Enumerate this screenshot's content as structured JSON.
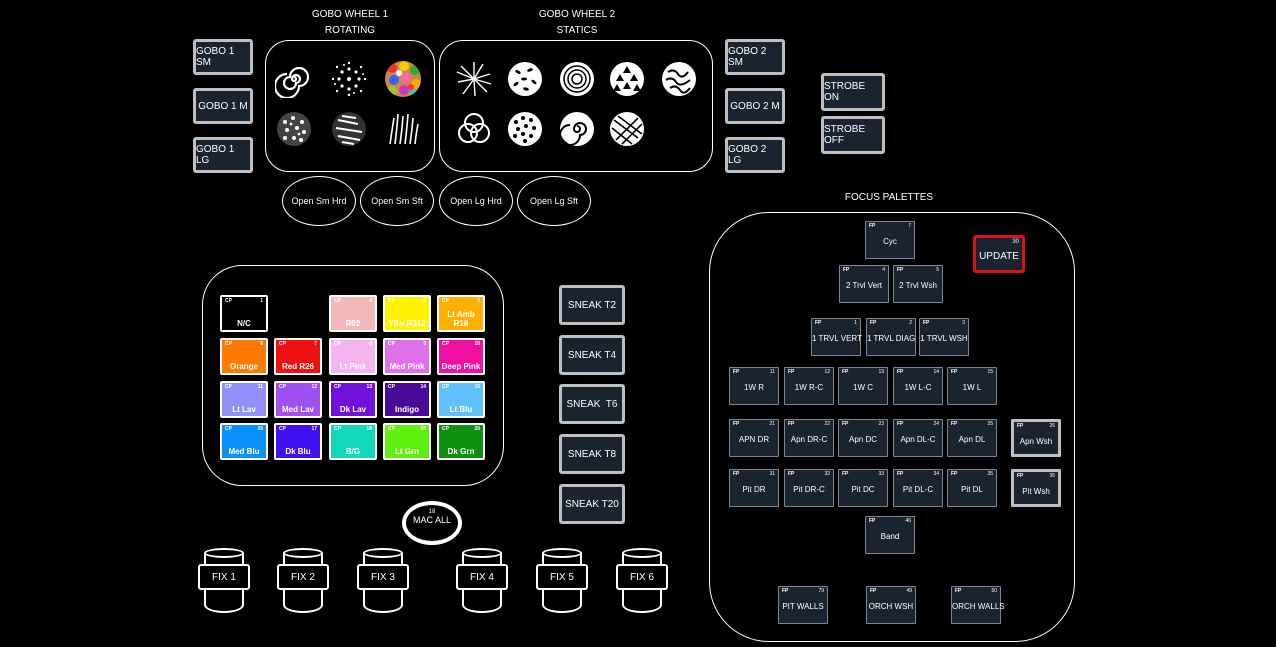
{
  "gobo_wheel_1": {
    "title": "GOBO WHEEL 1",
    "subtitle": "ROTATING"
  },
  "gobo_wheel_2": {
    "title": "GOBO WHEEL 2",
    "subtitle": "STATICS"
  },
  "gobo_buttons_left": [
    "GOBO 1 SM",
    "GOBO 1 M",
    "GOBO 1 LG"
  ],
  "gobo_buttons_right": [
    "GOBO 2 SM",
    "GOBO 2 M",
    "GOBO 2 LG"
  ],
  "strobe": {
    "on": "STROBE ON",
    "off": "STROBE OFF"
  },
  "open_buttons": [
    "Open Sm Hrd",
    "Open Sm Sft",
    "Open Lg Hrd",
    "Open Lg Sft"
  ],
  "color_palettes": [
    {
      "tag": "CP",
      "num": "1",
      "label": "N/C",
      "color": "#000000"
    },
    {
      "tag": "CP",
      "num": "4",
      "label": "R02",
      "color": "#f4b8b8"
    },
    {
      "tag": "CP",
      "num": "2",
      "label": "Yllw R312",
      "color": "#fff200"
    },
    {
      "tag": "CP",
      "num": "3",
      "label": "Lt Amb R18",
      "color": "#ffb000"
    },
    {
      "tag": "CP",
      "num": "6",
      "label": "Orange",
      "color": "#ff7a00"
    },
    {
      "tag": "CP",
      "num": "7",
      "label": "Red R26",
      "color": "#ee1111"
    },
    {
      "tag": "CP",
      "num": "8",
      "label": "Lt Pink",
      "color": "#f4b4f0"
    },
    {
      "tag": "CP",
      "num": "9",
      "label": "Med Pink",
      "color": "#e070e8"
    },
    {
      "tag": "CP",
      "num": "10",
      "label": "Deep Pink",
      "color": "#f010a0"
    },
    {
      "tag": "CP",
      "num": "11",
      "label": "Lt Lav",
      "color": "#9090f8"
    },
    {
      "tag": "CP",
      "num": "12",
      "label": "Med Lav",
      "color": "#a050f0"
    },
    {
      "tag": "CP",
      "num": "13",
      "label": "Dk Lav",
      "color": "#7010d8"
    },
    {
      "tag": "CP",
      "num": "14",
      "label": "Indigo",
      "color": "#4a0a98"
    },
    {
      "tag": "CP",
      "num": "15",
      "label": "Lt Blu",
      "color": "#60c0f8"
    },
    {
      "tag": "CP",
      "num": "16",
      "label": "Med Blu",
      "color": "#0a90f8"
    },
    {
      "tag": "CP",
      "num": "17",
      "label": "Dk Blu",
      "color": "#4010f0"
    },
    {
      "tag": "CP",
      "num": "18",
      "label": "B/G",
      "color": "#10d8b8"
    },
    {
      "tag": "CP",
      "num": "19",
      "label": "Lt Grn",
      "color": "#60f010"
    },
    {
      "tag": "CP",
      "num": "20",
      "label": "Dk Grn",
      "color": "#109010"
    }
  ],
  "mac_all": {
    "num": "18",
    "label": "MAC ALL"
  },
  "sneak_buttons": [
    "SNEAK T2",
    "SNEAK T4",
    "SNEAK  T6",
    "SNEAK T8",
    "SNEAK T20"
  ],
  "fixtures": [
    "FIX 1",
    "FIX 2",
    "FIX 3",
    "FIX 4",
    "FIX 5",
    "FIX 6"
  ],
  "focus_palettes": {
    "title": "FOCUS PALETTES",
    "update": {
      "num": "30",
      "label": "UPDATE"
    },
    "items": [
      {
        "tag": "FP",
        "num": "7",
        "label": "Cyc"
      },
      {
        "tag": "FP",
        "num": "4",
        "label": "2 Trvl Vert"
      },
      {
        "tag": "FP",
        "num": "5",
        "label": "2 Trvl Wsh"
      },
      {
        "tag": "FP",
        "num": "1",
        "label": "1 TRVL VERT"
      },
      {
        "tag": "FP",
        "num": "2",
        "label": "1 TRVL DIAG"
      },
      {
        "tag": "FP",
        "num": "3",
        "label": "1 TRVL WSH"
      },
      {
        "tag": "FP",
        "num": "11",
        "label": "1W R"
      },
      {
        "tag": "FP",
        "num": "12",
        "label": "1W R-C"
      },
      {
        "tag": "FP",
        "num": "13",
        "label": "1W C"
      },
      {
        "tag": "FP",
        "num": "14",
        "label": "1W L-C"
      },
      {
        "tag": "FP",
        "num": "15",
        "label": "1W L"
      },
      {
        "tag": "FP",
        "num": "21",
        "label": "APN DR"
      },
      {
        "tag": "FP",
        "num": "22",
        "label": "Apn DR-C"
      },
      {
        "tag": "FP",
        "num": "23",
        "label": "Apn DC"
      },
      {
        "tag": "FP",
        "num": "24",
        "label": "Apn DL-C"
      },
      {
        "tag": "FP",
        "num": "25",
        "label": "Apn DL"
      },
      {
        "tag": "FP",
        "num": "26",
        "label": "Apn Wsh"
      },
      {
        "tag": "FP",
        "num": "31",
        "label": "Pit DR"
      },
      {
        "tag": "FP",
        "num": "32",
        "label": "Pit DR-C"
      },
      {
        "tag": "FP",
        "num": "33",
        "label": "Pit DC"
      },
      {
        "tag": "FP",
        "num": "34",
        "label": "Pit DL-C"
      },
      {
        "tag": "FP",
        "num": "35",
        "label": "Pit DL"
      },
      {
        "tag": "FP",
        "num": "36",
        "label": "Pit Wsh"
      },
      {
        "tag": "FP",
        "num": "46",
        "label": "Band"
      },
      {
        "tag": "FP",
        "num": "79",
        "label": "PIT WALLS"
      },
      {
        "tag": "FP",
        "num": "49",
        "label": "ORCH WSH"
      },
      {
        "tag": "FP",
        "num": "50",
        "label": "ORCH WALLS"
      }
    ]
  }
}
